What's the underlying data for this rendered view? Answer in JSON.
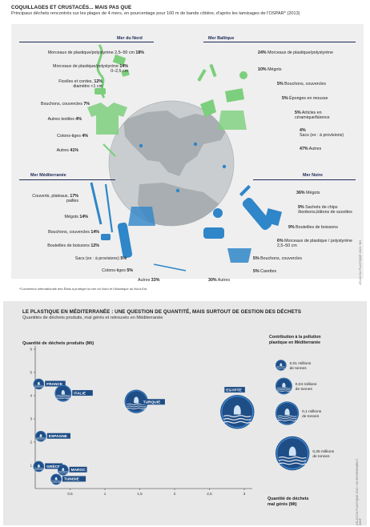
{
  "top": {
    "title": "COQUILLAGES ET CRUSTACÉS... MAIS PAS QUE",
    "subtitle": "Principaux déchets rencontrés sur les plages de 4 mers, en pourcentage pour 100 m de bande côtière, d'après les tamisages de l'OSPAR* (2013)",
    "footnote": "*Convention internationale des États à protéger la mer du Nord et l'Atlantique du Nord-Est",
    "credit": "ATLAS DU PLASTIQUE 2020 / BO",
    "regions": {
      "nord": {
        "name": "Mer du Nord",
        "items": [
          {
            "label": "Morceaux de plastique/polystyrène 2,5–50 cm",
            "pct": "18%"
          },
          {
            "label": "Morceaux de plastique/polystyrène",
            "pct": "14%",
            "label2": "0–2,5 cm"
          },
          {
            "label": "Ficelles et cordes,",
            "pct": "12%",
            "label2": "diamètre <1 cm"
          },
          {
            "label": "Bouchons, couvercles",
            "pct": "7%"
          },
          {
            "label": "Autres textiles",
            "pct": "4%"
          },
          {
            "label": "Cotons-tiges",
            "pct": "4%"
          },
          {
            "label": "Autres",
            "pct": "41%"
          }
        ]
      },
      "baltique": {
        "name": "Mer Baltique",
        "items": [
          {
            "pct": "24%",
            "label": "Morceaux de plastique/polystyrène"
          },
          {
            "pct": "10%",
            "label": "Mégots"
          },
          {
            "pct": "5%",
            "label": "Bouchons, couvercles"
          },
          {
            "pct": "5%",
            "label": "Éponges en mousse"
          },
          {
            "pct": "5%",
            "label": "Articles en céramique/faïence"
          },
          {
            "pct": "4%",
            "label": "Sacs (ex : à provisions)"
          },
          {
            "pct": "47%",
            "label": "Autres"
          }
        ]
      },
      "med": {
        "name": "Mer Méditerranée",
        "items": [
          {
            "label": "Couverts, plateaux,",
            "pct": "17%",
            "label2": "pailles"
          },
          {
            "label": "Mégots",
            "pct": "14%"
          },
          {
            "label": "Bouchons, couvercles",
            "pct": "14%"
          },
          {
            "label": "Bouteilles de boissons",
            "pct": "12%"
          },
          {
            "label": "Sacs (ex : à provisions)",
            "pct": "5%"
          },
          {
            "label": "Cotons-tiges",
            "pct": "5%"
          },
          {
            "label": "Autres",
            "pct": "33%"
          }
        ]
      },
      "noire": {
        "name": "Mer Noire",
        "items": [
          {
            "pct": "36%",
            "label": "Mégots"
          },
          {
            "pct": "9%",
            "label": "Sachets de chips /bonbons,bâtons de sucettes"
          },
          {
            "pct": "9%",
            "label": "Bouteilles de boissons"
          },
          {
            "pct": "6%",
            "label": "Morceaux de plastique / polystyrène 2,5–50 cm"
          },
          {
            "pct": "5%",
            "label": "Bouchons, couvercles"
          },
          {
            "pct": "5%",
            "label": "Carettes"
          },
          {
            "pct": "30%",
            "label": "Autres"
          }
        ]
      }
    }
  },
  "bottom": {
    "title": "LE PLASTIQUE EN MÉDITERRANÉE : UNE QUESTION DE QUANTITÉ, MAIS SURTOUT DE GESTION DES DÉCHETS",
    "subtitle": "Quantités de déchets produits, mal gérés et retrouvés en Méditerranée",
    "credit": "ATLAS DU PLASTIQUE 2020 / UN ENVIRONMENT, WWF"
  },
  "colors": {
    "blue": "#2f86c8",
    "green": "#7ccf7c",
    "navy": "#1a2b55",
    "globe": "#bfc3c6"
  },
  "chart_data": {
    "type": "scatter",
    "xlabel": "Quantité de déchets mal gérés (Mt)",
    "ylabel": "Quantité de déchets produits (Mt)",
    "xlim": [
      0,
      3
    ],
    "ylim": [
      0,
      6
    ],
    "xticks": [
      "0,5",
      "1",
      "1,5",
      "2",
      "2,5",
      "3"
    ],
    "yticks": [
      "1",
      "2",
      "3",
      "4",
      "5",
      "6"
    ],
    "grid": false,
    "legend": {
      "title": "Contribution à la pollution plastique en Méditerranée",
      "placement": "right",
      "entries": [
        {
          "value": 0.01,
          "label": "0,01 millions de tonnes"
        },
        {
          "value": 0.04,
          "label": "0,04 millions de tonnes"
        },
        {
          "value": 0.1,
          "label": "0,1 millions de tonnes"
        },
        {
          "value": 0.25,
          "label": "0,25 millions de tonnes"
        }
      ]
    },
    "points": [
      {
        "name": "FRANCE",
        "x": 0.05,
        "y": 4.5,
        "size": 0.01
      },
      {
        "name": "ITALIE",
        "x": 0.4,
        "y": 4.1,
        "size": 0.04
      },
      {
        "name": "TURQUIE",
        "x": 1.45,
        "y": 3.75,
        "size": 0.1
      },
      {
        "name": "EGYPTE",
        "x": 2.9,
        "y": 3.3,
        "size": 0.25
      },
      {
        "name": "ESPAGNE",
        "x": 0.08,
        "y": 2.25,
        "size": 0.01
      },
      {
        "name": "GRÈCE",
        "x": 0.05,
        "y": 0.95,
        "size": 0.01
      },
      {
        "name": "MAROC",
        "x": 0.4,
        "y": 0.8,
        "size": 0.01
      },
      {
        "name": "TUNISIE",
        "x": 0.3,
        "y": 0.4,
        "size": 0.01
      }
    ]
  }
}
